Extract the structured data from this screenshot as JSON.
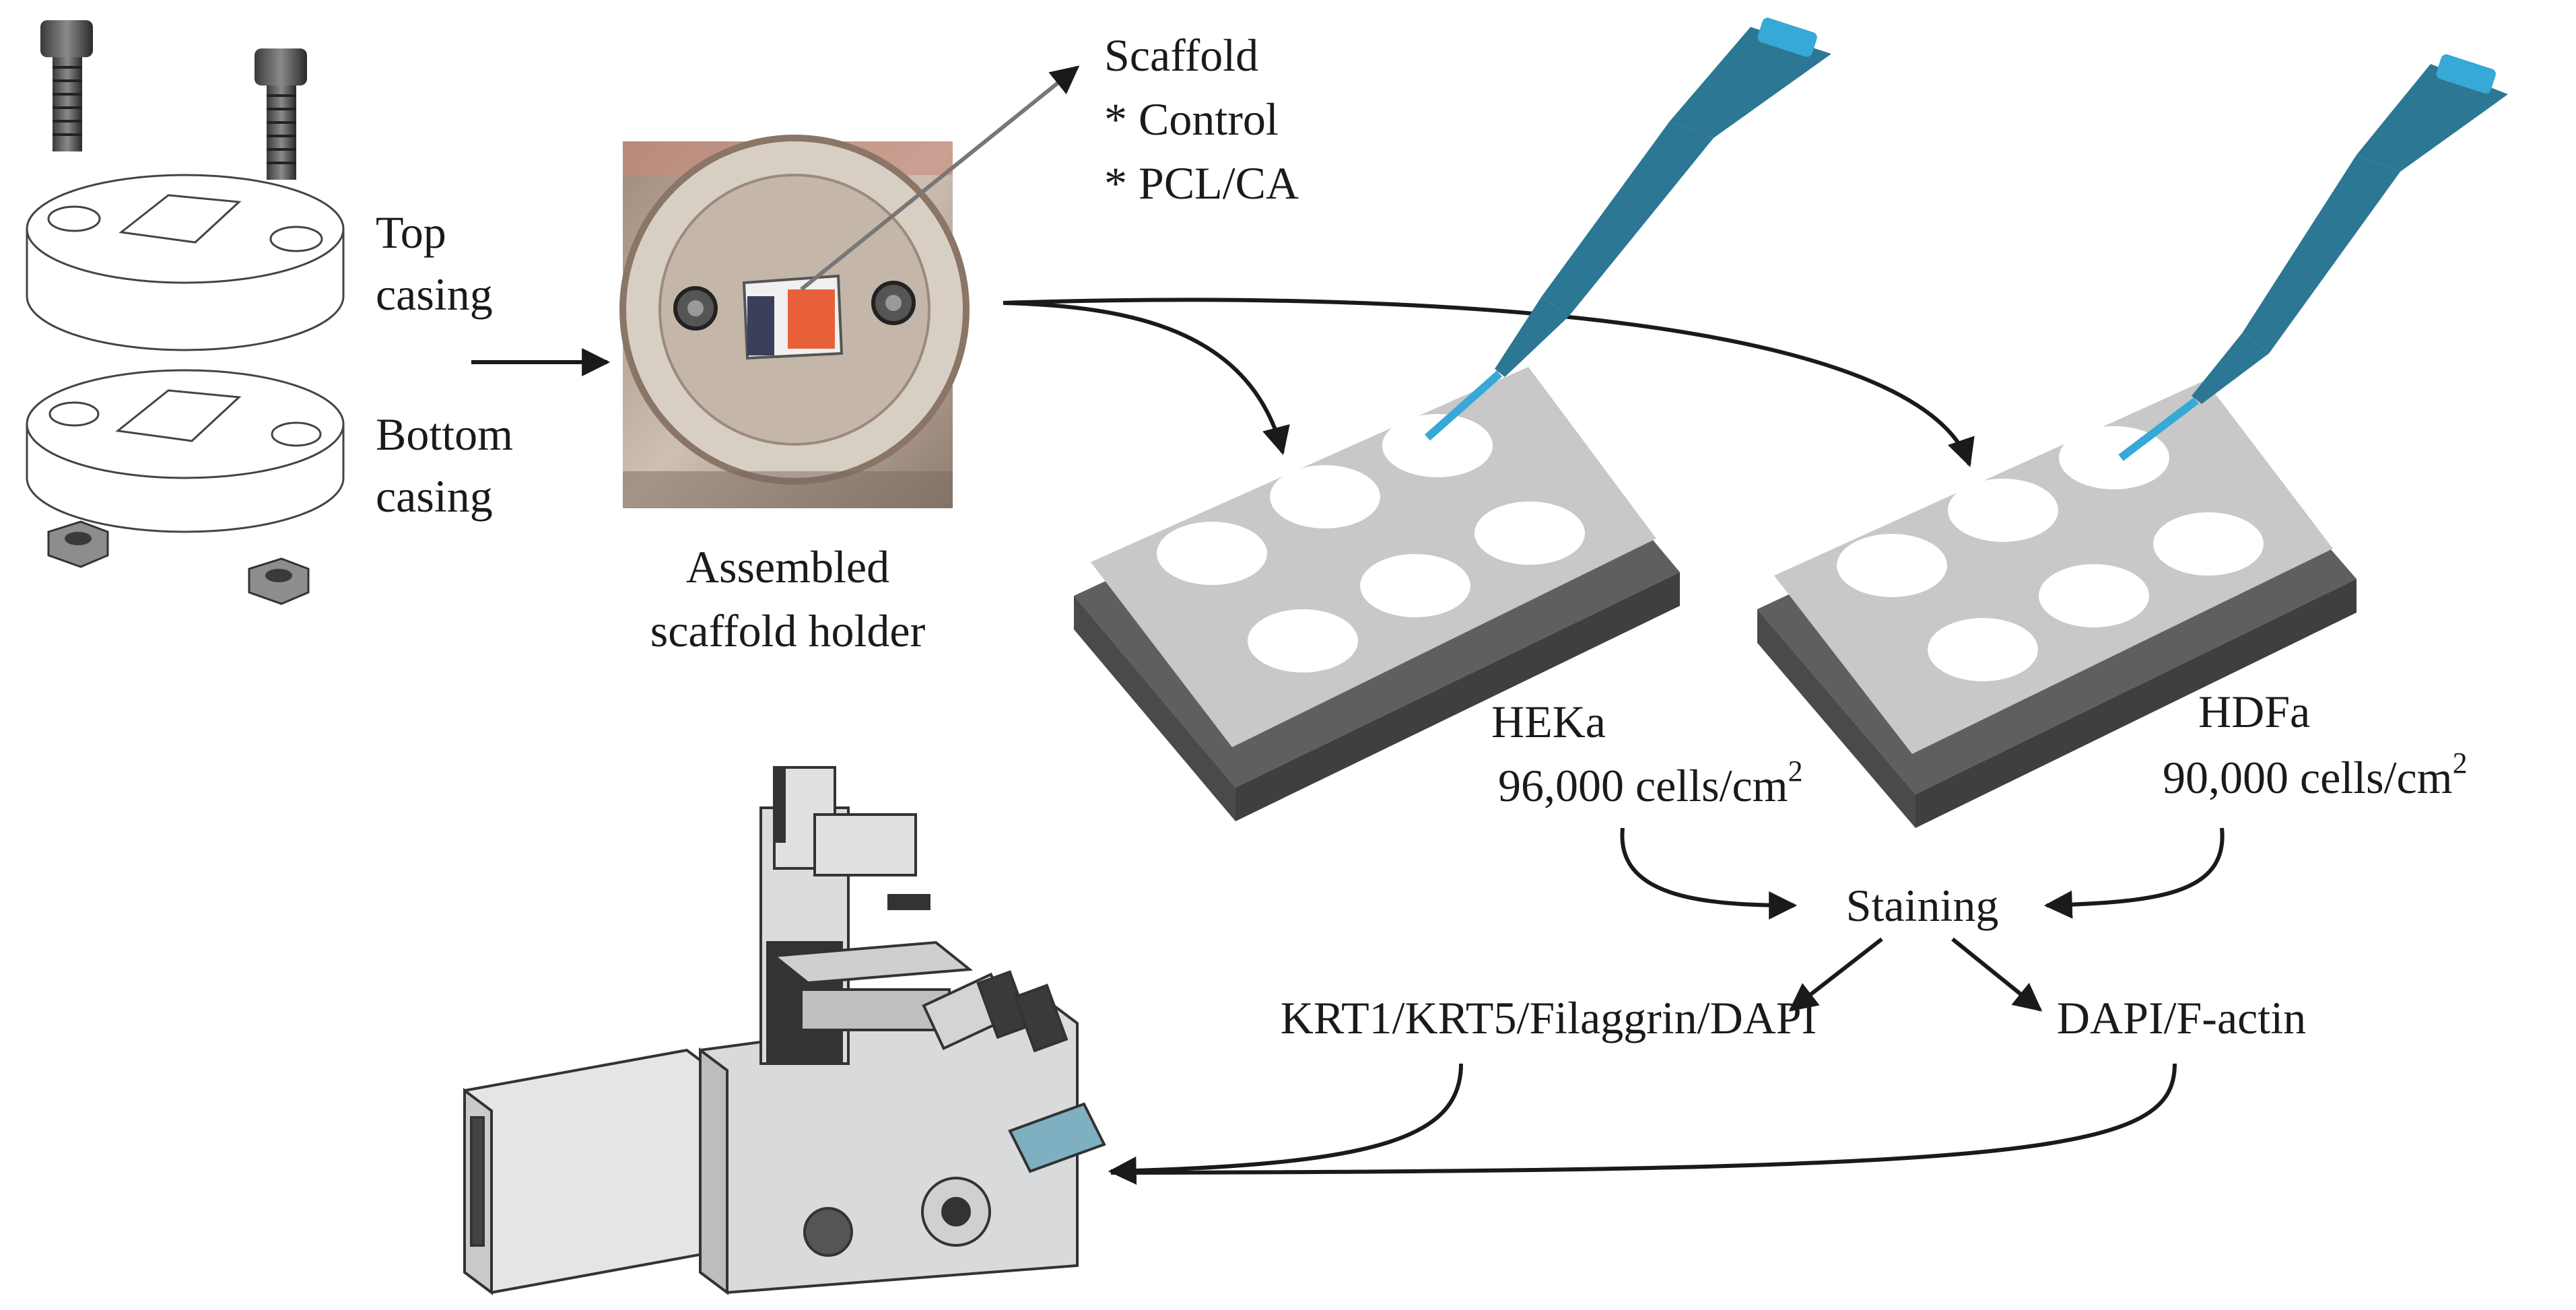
{
  "labels": {
    "top_casing_line1": "Top",
    "top_casing_line2": "casing",
    "bottom_casing_line1": "Bottom",
    "bottom_casing_line2": "casing",
    "assembled_line1": "Assembled",
    "assembled_line2": "scaffold holder",
    "scaffold_title": "Scaffold",
    "scaffold_item1": "* Control",
    "scaffold_item2": "* PCL/CA",
    "heka_name": "HEKa",
    "heka_density": "96,000 cells/cm",
    "heka_density_sup": "2",
    "hdfa_name": "HDFa",
    "hdfa_density": "90,000 cells/cm",
    "hdfa_density_sup": "2",
    "staining": "Staining",
    "stain_left": "KRT1/KRT5/Filaggrin/DAPI",
    "stain_right": "DAPI/F-actin"
  },
  "colors": {
    "pipette": "#2c7794",
    "pipette_tip": "#36a9d6",
    "plate_top": "#c8c8c8",
    "plate_base": "#5f5f5f",
    "well": "#ffffff",
    "arrow": "#1a1a1a",
    "photo_bg": "#b8a89b",
    "microscope": "#d9dadb"
  },
  "icons": [
    "screw-icon",
    "nut-icon",
    "casing-disc-icon",
    "holder-photo",
    "pipette-icon",
    "well-plate-icon",
    "microscope-icon"
  ]
}
